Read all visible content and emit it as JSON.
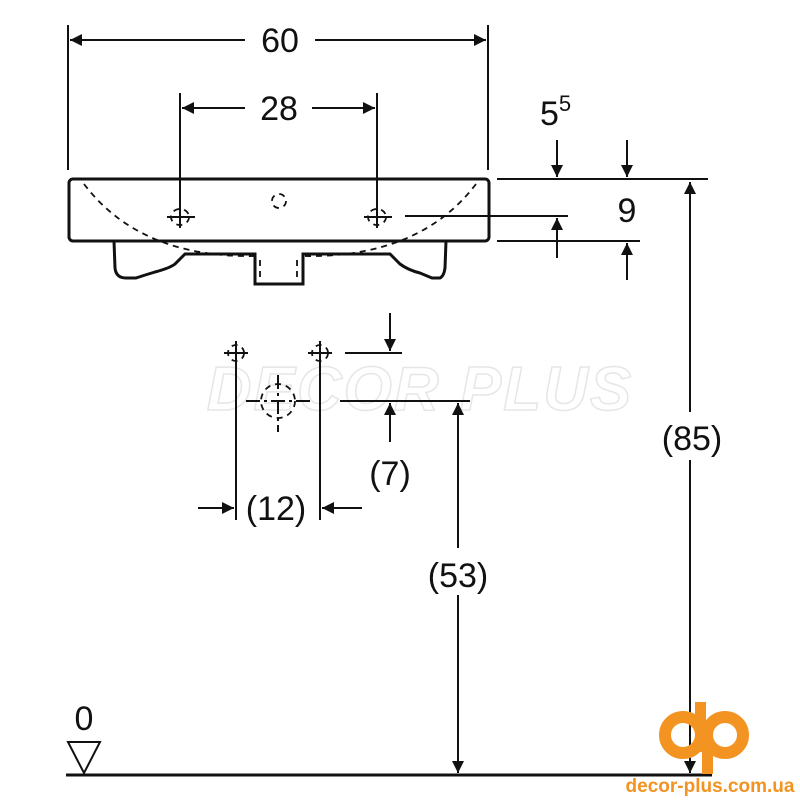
{
  "dimensions": {
    "width": "60",
    "tap_spacing": "28",
    "rim_offset_base": "5",
    "rim_offset_sup": "5",
    "rim_height": "9",
    "total_height": "(85)",
    "outlet_height": "(53)",
    "outlet_offset": "(7)",
    "outlet_spacing": "(12)",
    "floor_level": "0"
  },
  "watermark": "DECOR PLUS",
  "logo": {
    "mark": "dp",
    "url": "decor-plus.com.ua",
    "color": "#f39322"
  }
}
